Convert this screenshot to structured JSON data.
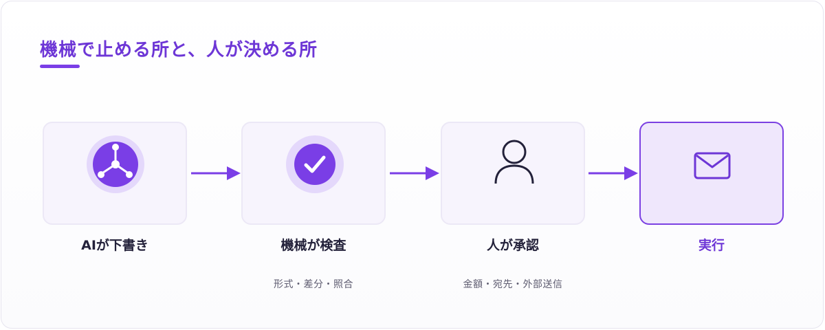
{
  "title": "機械で止める所と、人が決める所",
  "steps": [
    {
      "label": "AIが下書き",
      "sub": "",
      "icon": "ai-network-icon",
      "active": false
    },
    {
      "label": "機械が検査",
      "sub": "形式・差分・照合",
      "icon": "check-circle-icon",
      "active": false
    },
    {
      "label": "人が承認",
      "sub": "金額・宛先・外部送信",
      "icon": "person-icon",
      "active": false
    },
    {
      "label": "実行",
      "sub": "",
      "icon": "mail-icon",
      "active": true
    }
  ],
  "colors": {
    "accent": "#7a3ee6",
    "accent_dark": "#6d36d6",
    "box_bg": "#f7f4fd",
    "box_active_bg": "#efe7fc",
    "text": "#23213a",
    "sub_text": "#5e5c70"
  }
}
